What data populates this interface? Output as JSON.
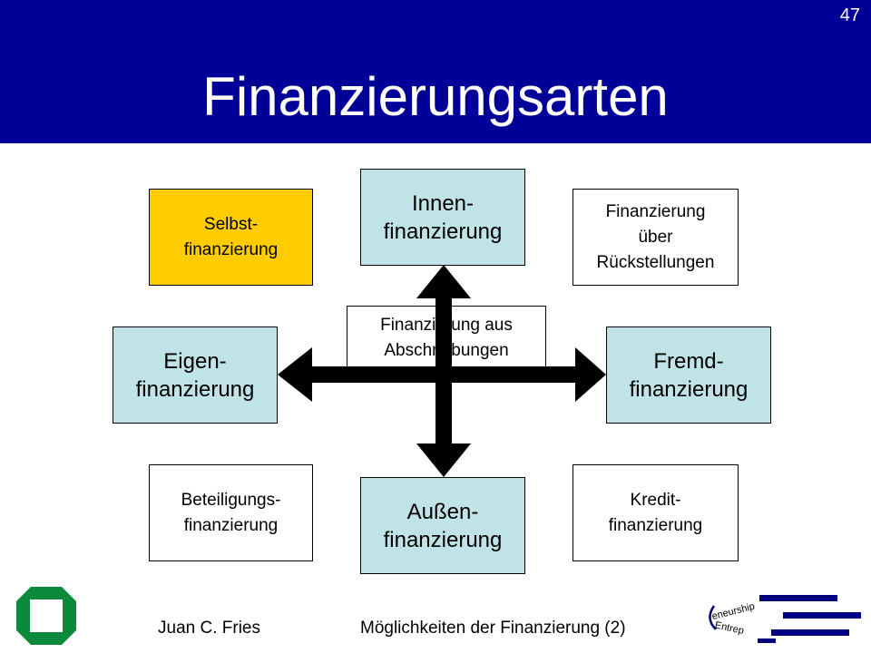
{
  "header": {
    "slide_number": "47",
    "title": "Finanzierungsarten",
    "background_color": "#000099"
  },
  "diagram": {
    "innen": "Innen-\nfinanzierung",
    "aussen": "Außen-\nfinanzierung",
    "eigen": "Eigen-\nfinanzierung",
    "fremd": "Fremd-\nfinanzierung",
    "selbst": "Selbst-\nfinanzierung",
    "rueckstellungen": "Finanzierung\nüber\nRückstellungen",
    "abschreibungen": "Finanzierung aus\nAbschreibungen",
    "beteiligung": "Beteiligungs-\nfinanzierung",
    "kredit": "Kredit-\nfinanzierung",
    "colors": {
      "main_box": "#bfe3e6",
      "highlight": "#ffcc00",
      "arrow": "#000000"
    }
  },
  "footer": {
    "author": "Juan C. Fries",
    "center": "Möglichkeiten der Finanzierung (2)",
    "logo_text": "Entrepreneurship"
  }
}
